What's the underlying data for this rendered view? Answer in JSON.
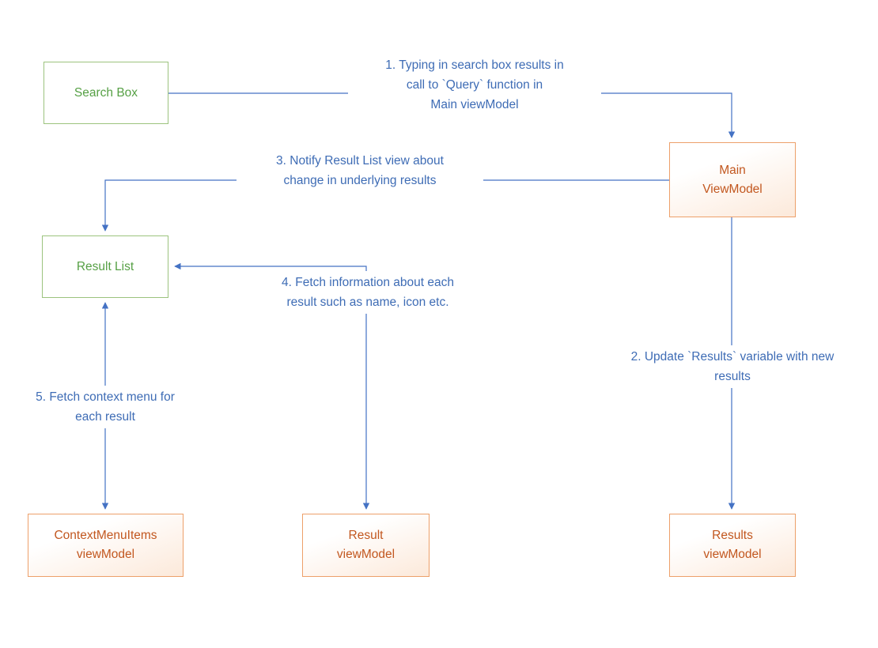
{
  "diagram": {
    "title": "MVVM search flow diagram",
    "nodes": {
      "search_box": {
        "label": "Search Box"
      },
      "main_viewmodel": {
        "label": "Main\nViewModel"
      },
      "result_list": {
        "label": "Result List"
      },
      "contextmenuitems_viewmodel": {
        "label": "ContextMenuItems\nviewModel"
      },
      "result_viewmodel": {
        "label": "Result\nviewModel"
      },
      "results_viewmodel": {
        "label": "Results\nviewModel"
      }
    },
    "edge_labels": {
      "step1": "1. Typing in search box results in\ncall to `Query` function in\nMain viewModel",
      "step2": "2. Update `Results` variable with new\nresults",
      "step3": "3. Notify Result List view about\nchange in underlying results",
      "step4": "4. Fetch information about each\nresult such as name, icon etc.",
      "step5": "5. Fetch context menu for\neach result"
    },
    "colors": {
      "arrow_blue": "#4472C4",
      "label_blue": "#3E6CB5",
      "green_border": "#9CC37E",
      "green_text": "#56A045",
      "orange_border": "#EDA06A",
      "orange_text": "#C2571F",
      "background": "#FFFFFF"
    }
  }
}
